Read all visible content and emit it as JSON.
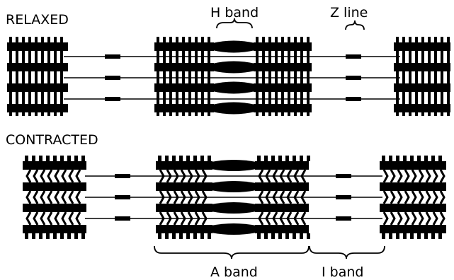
{
  "labels": {
    "relaxed": "RELAXED",
    "contracted": "CONTRACTED",
    "h_band": "H band",
    "z_line": "Z line",
    "a_band": "A band",
    "i_band": "I band"
  },
  "colors": {
    "ink": "#000000",
    "background": "#ffffff"
  }
}
